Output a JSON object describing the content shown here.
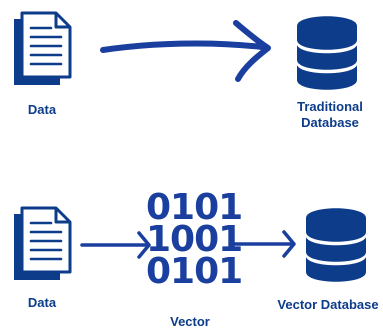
{
  "colors": {
    "accent": "#1a3f9e",
    "label": "#0d3c8a",
    "doc_shadow": "#0d3c8a",
    "doc_paper": "#ffffff"
  },
  "top_row": {
    "source_label": "Data",
    "source_icon": "document-icon",
    "arrow_icon": "long-arrow-right-icon",
    "target_icon": "database-icon",
    "target_label_line1": "Traditional",
    "target_label_line2": "Database"
  },
  "bottom_row": {
    "source_label": "Data",
    "source_icon": "document-icon",
    "vector_lines": [
      "0101",
      "1001",
      "0101"
    ],
    "vector_label": "Vector",
    "target_icon": "database-icon",
    "target_label": "Vector Database"
  }
}
